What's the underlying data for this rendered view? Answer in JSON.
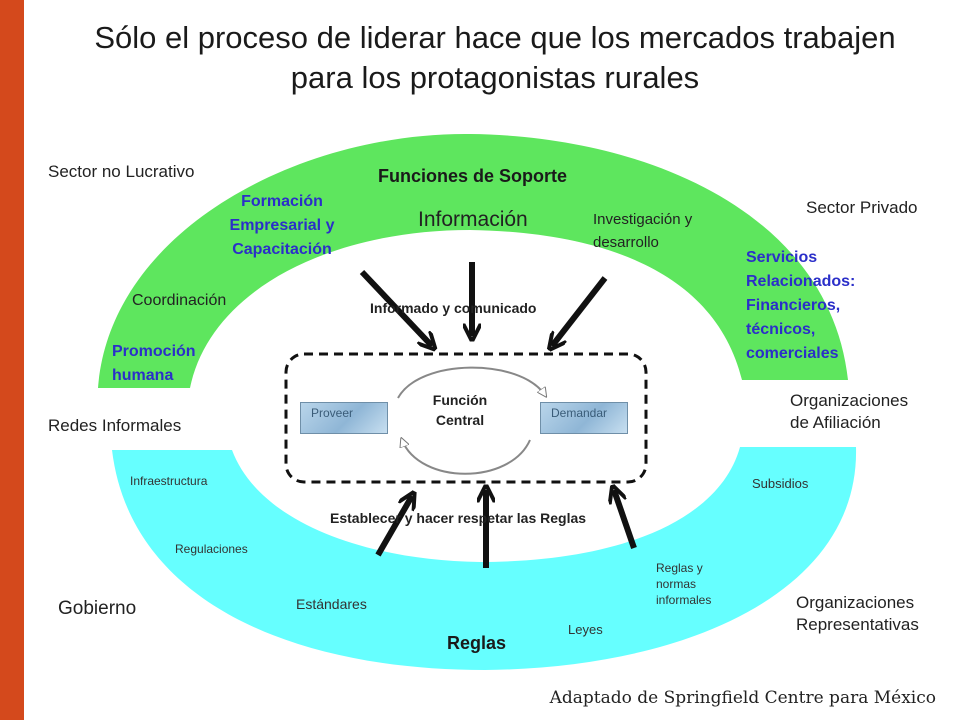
{
  "title_line1": "Sólo el proceso de liderar hace que los mercados trabajen",
  "title_line2": "para los protagonistas rurales",
  "sectors": {
    "no_lucrativo": "Sector no Lucrativo",
    "privado": "Sector Privado",
    "redes": "Redes Informales",
    "afiliacion_1": "Organizaciones",
    "afiliacion_2": "de Afiliación",
    "gobierno": "Gobierno",
    "representativas_1": "Organizaciones",
    "representativas_2": "Representativas"
  },
  "support": {
    "heading": "Funciones de Soporte",
    "formacion": [
      "Formación",
      "Empresarial y",
      "Capacitación"
    ],
    "informacion": "Información",
    "investigacion": [
      "Investigación y",
      "desarrollo"
    ],
    "servicios": [
      "Servicios",
      "Relacionados:",
      "Financieros,",
      "técnicos,",
      "comerciales"
    ],
    "coordinacion": "Coordinación",
    "promocion": [
      "Promoción",
      "humana"
    ],
    "arrow_caption": "Informado y comunicado"
  },
  "core": {
    "proveer": "Proveer",
    "funcion": [
      "Función",
      "Central"
    ],
    "demandar": "Demandar"
  },
  "rules": {
    "heading": "Reglas",
    "arrow_caption": "Establecer y hacer respetar las Reglas",
    "infraestructura": "Infraestructura",
    "subsidios": "Subsidios",
    "regulaciones": "Regulaciones",
    "estandares": "Estándares",
    "leyes": "Leyes",
    "reglas_informales": [
      "Reglas y",
      "normas",
      "informales"
    ]
  },
  "credit": "Adaptado de Springfield Centre para México",
  "colors": {
    "support": "#5ee65e",
    "rules": "#66ffff",
    "strip": "#d4491c",
    "blue_text": "#2b2fc9"
  }
}
